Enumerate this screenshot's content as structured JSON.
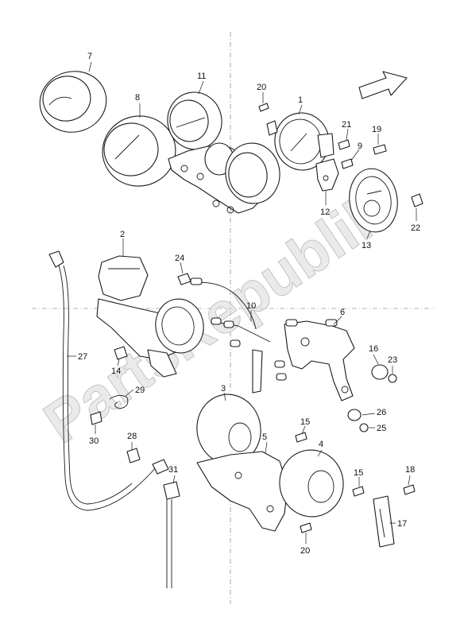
{
  "watermark": {
    "text": "PartsRepublik"
  },
  "callouts": {
    "p1": "1",
    "p2": "2",
    "p3": "3",
    "p4": "4",
    "p5": "5",
    "p6": "6",
    "p7": "7",
    "p8": "8",
    "p9": "9",
    "p10": "10",
    "p11": "11",
    "p12": "12",
    "p13": "13",
    "p14": "14",
    "p15a": "15",
    "p15b": "15",
    "p16": "16",
    "p17": "17",
    "p18": "18",
    "p19": "19",
    "p20a": "20",
    "p20b": "20",
    "p21": "21",
    "p22": "22",
    "p23": "23",
    "p24": "24",
    "p25": "25",
    "p26": "26",
    "p27": "27",
    "p28": "28",
    "p29": "29",
    "p30": "30",
    "p31": "31"
  }
}
